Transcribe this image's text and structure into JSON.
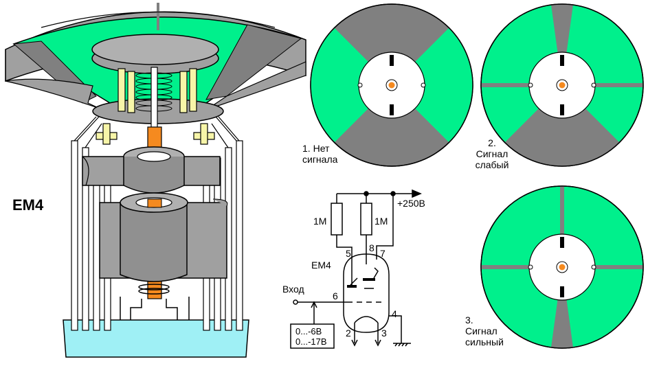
{
  "tube_label": "EM4",
  "indicators": [
    {
      "number": "1.",
      "line1": "Нет",
      "line2": "сигнала"
    },
    {
      "number": "2.",
      "line1": "Сигнал",
      "line2": "слабый"
    },
    {
      "number": "3.",
      "line1": "Сигнал",
      "line2": "сильный"
    }
  ],
  "schematic": {
    "supply": "+250В",
    "resistor_left": "1M",
    "resistor_right": "1M",
    "tube": "EM4",
    "input_label": "Вход",
    "bias_range_1": "0...-6В",
    "bias_range_2": "0...-17В",
    "pins": {
      "p5": "5",
      "p8": "8",
      "p7": "7",
      "p6": "6",
      "p4": "4",
      "p2": "2",
      "p3": "3"
    }
  },
  "colors": {
    "glow_green": "#00f08c",
    "shadow_gray": "#808080",
    "metal_gray": "#a0a0a0",
    "insulator_yellow": "#f7f5a8",
    "cathode_orange": "#f58a1f",
    "base_blue": "#9ff0f5"
  }
}
